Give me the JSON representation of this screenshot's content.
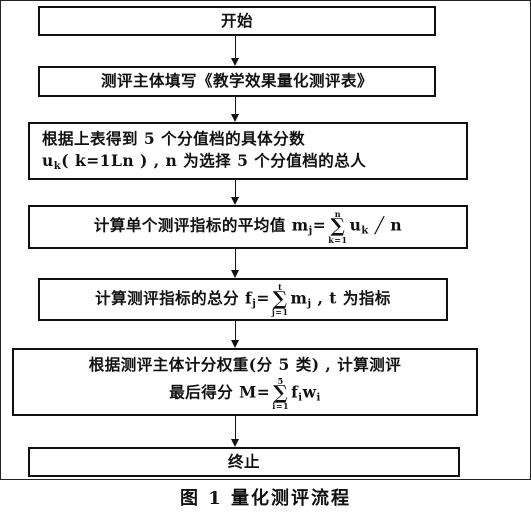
{
  "caption": "图 1   量化测评流程",
  "steps": {
    "start": "开始",
    "fill": "测评主体填写《教学效果量化测评表》",
    "scores": {
      "line1": "根据上表得到 5 个分值档的具体分数",
      "line2": "u",
      "line2_sub": "k",
      "line2_rest": "( k=1Ln ) , n 为选择 5 个分值档的总人"
    },
    "average": {
      "text": "计算单个测评指标的平均值 m",
      "sub_j": "j",
      "eq": "=",
      "sum_top": "n",
      "sum_bottom": "k=1",
      "sum_symbol": "∑",
      "term": "u",
      "term_sub": "k",
      "rest": "╱ n"
    },
    "total": {
      "text": "计算测评指标的总分 f",
      "sub_j": "j",
      "eq": "=",
      "sum_top": "t",
      "sum_bottom": "j=1",
      "sum_symbol": "∑",
      "term": "m",
      "term_sub": "j",
      "rest": ", t 为指标"
    },
    "weight": {
      "line1": "根据测评主体计分权重(分 5 类) , 计算测评",
      "line2_text": "最后得分 M=",
      "sum_top": "5",
      "sum_bottom": "i=1",
      "sum_symbol": "∑",
      "term": "f",
      "term_sub1": "i",
      "term2": "w",
      "term_sub2": "i"
    },
    "end": "终止"
  }
}
